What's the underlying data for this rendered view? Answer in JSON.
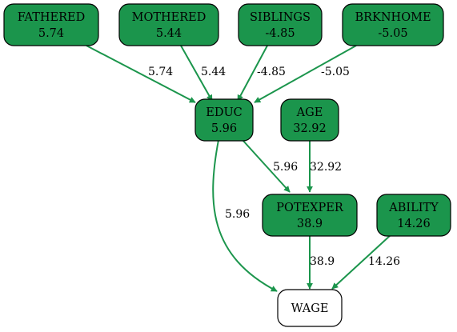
{
  "colors": {
    "node_fill": "#1b954c",
    "edge": "#1b954c",
    "outline": "#000000",
    "plain_fill": "#ffffff"
  },
  "nodes": {
    "fathered": {
      "name": "FATHERED",
      "value": "5.74"
    },
    "mothered": {
      "name": "MOTHERED",
      "value": "5.44"
    },
    "siblings": {
      "name": "SIBLINGS",
      "value": "-4.85"
    },
    "brknhome": {
      "name": "BRKNHOME",
      "value": "-5.05"
    },
    "educ": {
      "name": "EDUC",
      "value": "5.96"
    },
    "age": {
      "name": "AGE",
      "value": "32.92"
    },
    "potexper": {
      "name": "POTEXPER",
      "value": "38.9"
    },
    "ability": {
      "name": "ABILITY",
      "value": "14.26"
    },
    "wage": {
      "name": "WAGE"
    }
  },
  "edges": {
    "fathered_educ": "5.74",
    "mothered_educ": "5.44",
    "siblings_educ": "-4.85",
    "brknhome_educ": "-5.05",
    "educ_potexper": "5.96",
    "age_potexper": "32.92",
    "educ_wage": "5.96",
    "potexper_wage": "38.9",
    "ability_wage": "14.26"
  }
}
